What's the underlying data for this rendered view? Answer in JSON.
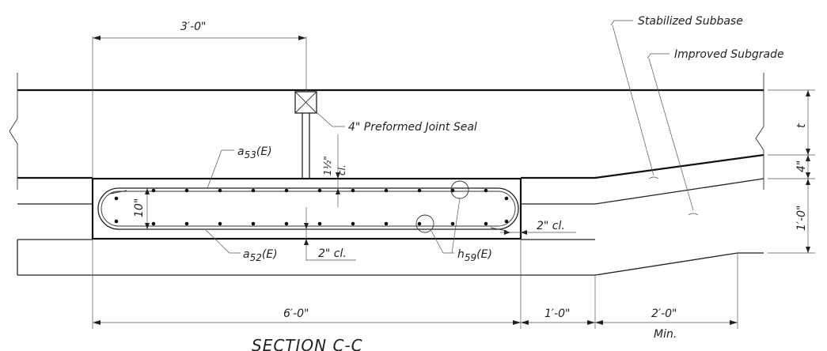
{
  "labels": {
    "dim_top_width": "3′-0\"",
    "stabilized_subbase": "Stabilized Subbase",
    "improved_subgrade": "Improved Subgrade",
    "joint_seal": "4\" Preformed Joint Seal",
    "bar_a53": "a",
    "bar_a53_sub": "53",
    "bar_a53_suffix": "(E)",
    "clear_top_num": "1½\"",
    "clear_top_unit": "cl.",
    "depth_10": "10\"",
    "bar_a52": "a",
    "bar_a52_sub": "52",
    "bar_a52_suffix": "(E)",
    "clear_bottom": "2\" cl.",
    "bar_h59": "h",
    "bar_h59_sub": "59",
    "bar_h59_suffix": "(E)",
    "clear_side": "2\" cl.",
    "dim_t": "t",
    "dim_4": "4\"",
    "dim_1_0_vert": "1′-0\"",
    "dim_6_0": "6′-0\"",
    "dim_1_0": "1′-0\"",
    "dim_2_0": "2′-0\"",
    "dim_min": "Min.",
    "section_title": "SECTION C-C"
  }
}
